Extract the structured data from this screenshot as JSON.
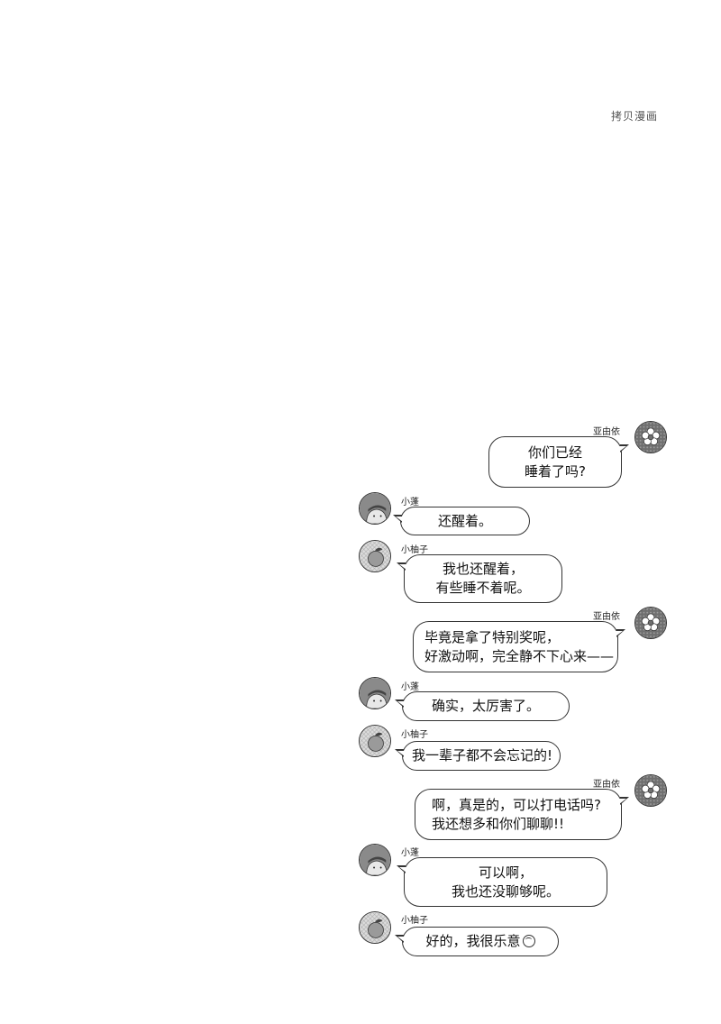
{
  "watermark": "拷贝漫画",
  "users": {
    "ayi": "亚由依",
    "xiaopeng": "小蓬",
    "xiaoyouzi": "小柚子"
  },
  "icons": {
    "ayi": "flower-avatar-icon",
    "xiaopeng": "character-avatar-icon",
    "xiaoyouzi": "citrus-avatar-icon"
  },
  "messages": [
    {
      "sender": "亚由依",
      "lines": [
        "你们已经",
        "睡着了吗?"
      ]
    },
    {
      "sender": "小蓬",
      "lines": [
        "还醒着。"
      ]
    },
    {
      "sender": "小柚子",
      "lines": [
        "我也还醒着，",
        "有些睡不着呢。"
      ]
    },
    {
      "sender": "亚由依",
      "lines": [
        "毕竟是拿了特别奖呢，",
        "好激动啊，完全静不下心来——"
      ]
    },
    {
      "sender": "小蓬",
      "lines": [
        "确实，太厉害了。"
      ]
    },
    {
      "sender": "小柚子",
      "lines": [
        "我一辈子都不会忘记的!"
      ]
    },
    {
      "sender": "亚由依",
      "lines": [
        "啊，真是的，可以打电话吗?",
        "我还想多和你们聊聊!!"
      ]
    },
    {
      "sender": "小蓬",
      "lines": [
        "可以啊，",
        "我也还没聊够呢。"
      ]
    },
    {
      "sender": "小柚子",
      "lines": [
        "好的，我很乐意"
      ]
    }
  ],
  "colors": {
    "line": "#333333",
    "avatar_fill": "#8a8a8a",
    "avatar_light": "#d6d6d6"
  }
}
